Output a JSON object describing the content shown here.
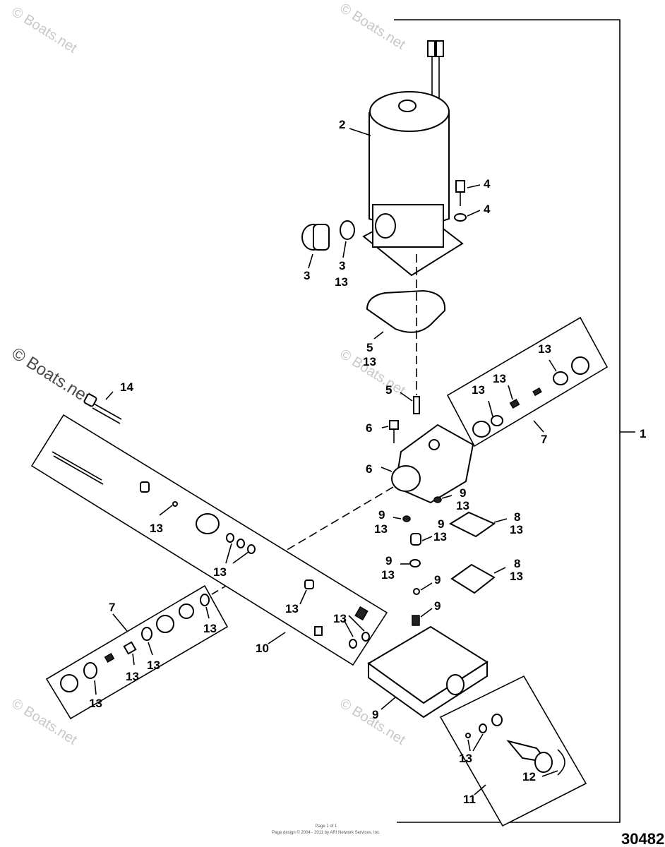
{
  "watermark": {
    "text": "© Boats.net"
  },
  "callouts": {
    "c1": "1",
    "c2": "2",
    "c3a": "3",
    "c3b": "3",
    "c4a": "4",
    "c4b": "4",
    "c5a": "5",
    "c5b": "5",
    "c6a": "6",
    "c6b": "6",
    "c7a": "7",
    "c7b": "7",
    "c8a": "8",
    "c8b": "8",
    "c9a": "9",
    "c9b": "9",
    "c9c": "9",
    "c9d": "9",
    "c9e": "9",
    "c9f": "9",
    "c9g": "9",
    "c10": "10",
    "c11": "11",
    "c12": "12",
    "c13": "13",
    "c14": "14"
  },
  "figure_number": "30482",
  "footer": {
    "line1": "Page 1 of 1",
    "line2": "Page design © 2004 - 2011 by ARI Network Services, Inc."
  }
}
